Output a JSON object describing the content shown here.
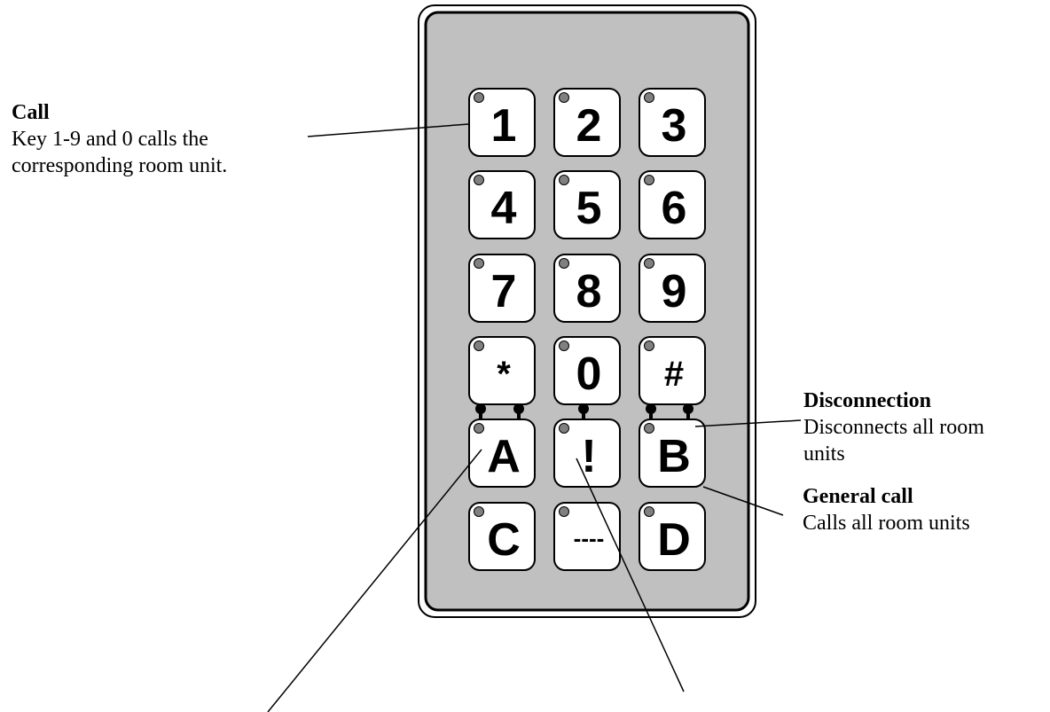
{
  "annotations": {
    "call": {
      "title": "Call",
      "lines": [
        "Key 1-9 and 0 calls the",
        "corresponding room unit."
      ]
    },
    "disconnection": {
      "title": "Disconnection",
      "lines": [
        "Disconnects all room",
        "units"
      ]
    },
    "general_call": {
      "title": "General call",
      "lines": [
        "Calls all room units"
      ]
    }
  },
  "keypad": {
    "rows": [
      [
        "1",
        "2",
        "3"
      ],
      [
        "4",
        "5",
        "6"
      ],
      [
        "7",
        "8",
        "9"
      ],
      [
        "*",
        "0",
        "#"
      ],
      [
        "A",
        "!",
        "B"
      ],
      [
        "C",
        "----",
        "D"
      ]
    ]
  },
  "colors": {
    "panel_fill": "#c0c0c0",
    "key_fill": "#ffffff",
    "indicator_led": "#808080",
    "dot": "#000000",
    "line": "#000000"
  }
}
